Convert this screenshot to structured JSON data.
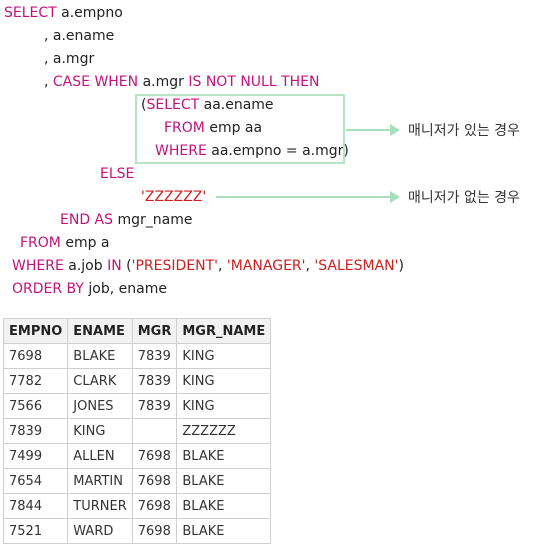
{
  "sql_lines": [
    [
      {
        "t": "SELECT ",
        "c": "kw"
      },
      {
        "t": "a.empno",
        "c": "plain"
      }
    ],
    [
      {
        "t": ", a.ename",
        "c": "plain"
      }
    ],
    [
      {
        "t": ", a.mgr",
        "c": "plain"
      }
    ],
    [
      {
        "t": ", ",
        "c": "plain"
      },
      {
        "t": "CASE WHEN ",
        "c": "kw"
      },
      {
        "t": "a.mgr ",
        "c": "plain"
      },
      {
        "t": "IS NOT NULL THEN",
        "c": "kw"
      }
    ],
    [
      {
        "t": "(",
        "c": "plain"
      },
      {
        "t": "SELECT ",
        "c": "kw"
      },
      {
        "t": "aa.ename",
        "c": "plain"
      }
    ],
    [
      {
        "t": "FROM ",
        "c": "kw"
      },
      {
        "t": "emp aa",
        "c": "plain"
      }
    ],
    [
      {
        "t": "WHERE ",
        "c": "kw"
      },
      {
        "t": "aa.empno = a.mgr)",
        "c": "plain"
      }
    ],
    [
      {
        "t": "ELSE",
        "c": "kw"
      }
    ],
    [
      {
        "t": "'ZZZZZZ'",
        "c": "str"
      }
    ],
    [
      {
        "t": "END AS ",
        "c": "kw"
      },
      {
        "t": "mgr_name",
        "c": "plain"
      }
    ],
    [
      {
        "t": "FROM ",
        "c": "kw"
      },
      {
        "t": "emp a",
        "c": "plain"
      }
    ],
    [
      {
        "t": "WHERE ",
        "c": "kw"
      },
      {
        "t": "a.job ",
        "c": "plain"
      },
      {
        "t": "IN ",
        "c": "kw"
      },
      {
        "t": "(",
        "c": "plain"
      },
      {
        "t": "'PRESIDENT'",
        "c": "str"
      },
      {
        "t": ", ",
        "c": "plain"
      },
      {
        "t": "'MANAGER'",
        "c": "str"
      },
      {
        "t": ", ",
        "c": "plain"
      },
      {
        "t": "'SALESMAN'",
        "c": "str"
      },
      {
        "t": ")",
        "c": "plain"
      }
    ],
    [
      {
        "t": "ORDER BY ",
        "c": "kw"
      },
      {
        "t": "job, ename",
        "c": "plain"
      }
    ]
  ],
  "notes": {
    "has_manager": "매니저가 있는 경우",
    "no_manager": "매니저가 없는 경우"
  },
  "colors": {
    "keyword": "#c0147c",
    "string": "#cc1f1f",
    "annotation": "#a8dfbe"
  },
  "result": {
    "columns": [
      "EMPNO",
      "ENAME",
      "MGR",
      "MGR_NAME"
    ],
    "rows": [
      [
        "7698",
        "BLAKE",
        "7839",
        "KING"
      ],
      [
        "7782",
        "CLARK",
        "7839",
        "KING"
      ],
      [
        "7566",
        "JONES",
        "7839",
        "KING"
      ],
      [
        "7839",
        "KING",
        "",
        "ZZZZZZ"
      ],
      [
        "7499",
        "ALLEN",
        "7698",
        "BLAKE"
      ],
      [
        "7654",
        "MARTIN",
        "7698",
        "BLAKE"
      ],
      [
        "7844",
        "TURNER",
        "7698",
        "BLAKE"
      ],
      [
        "7521",
        "WARD",
        "7698",
        "BLAKE"
      ]
    ]
  }
}
